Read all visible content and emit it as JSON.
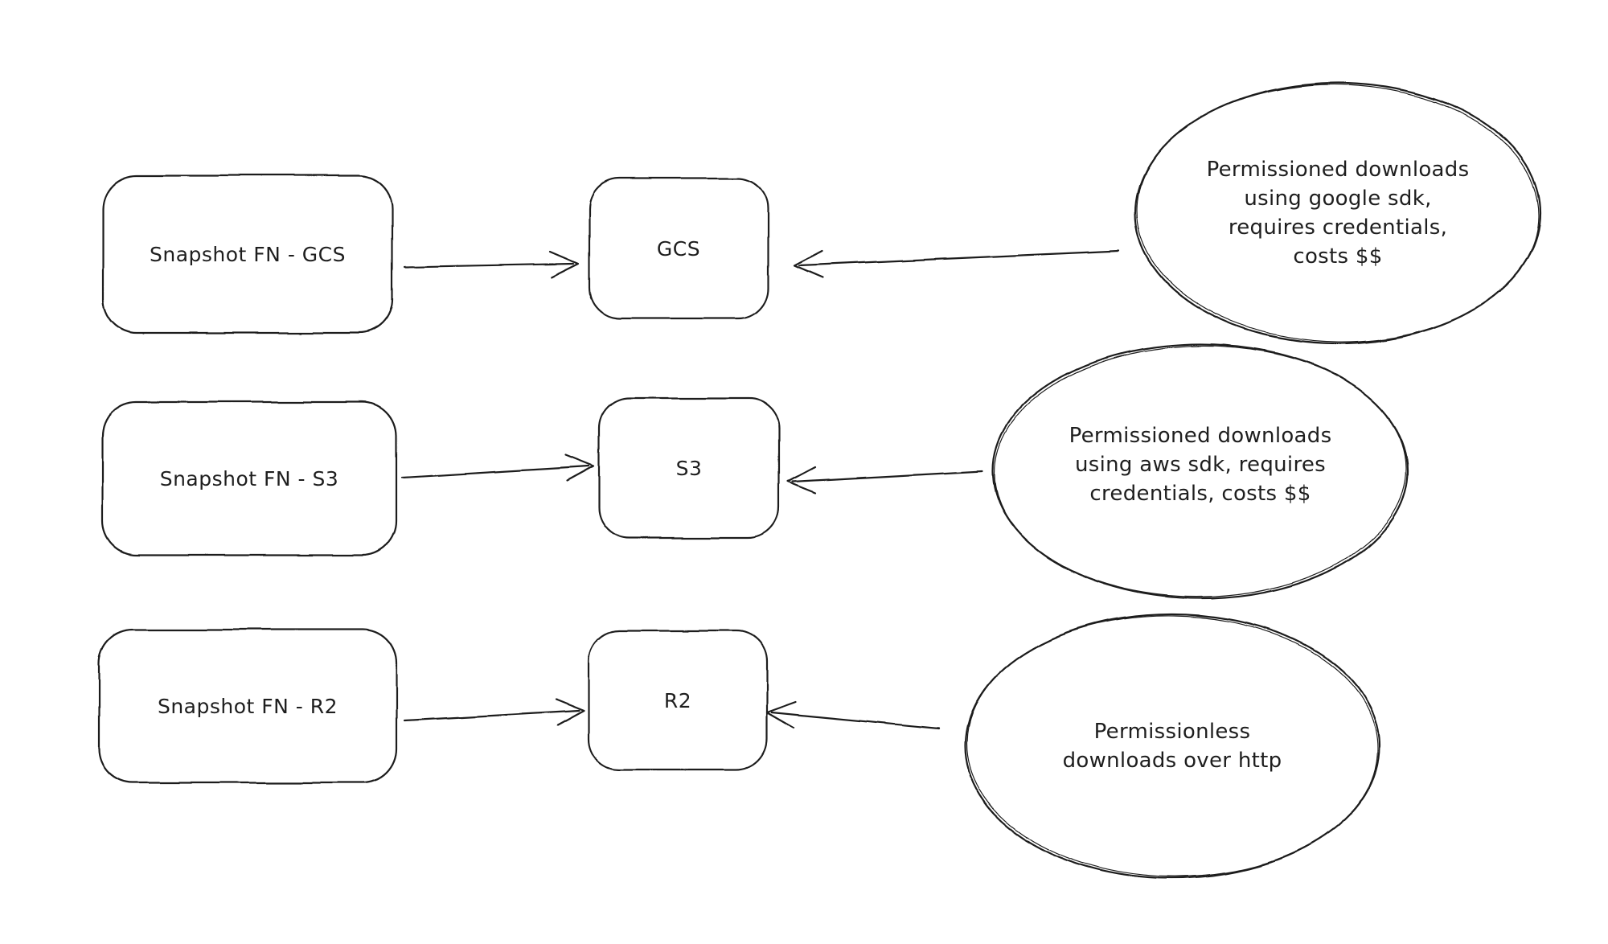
{
  "diagram": {
    "type": "flow-sketch",
    "colors": {
      "background": "#ffffff",
      "stroke": "#1e1e1e",
      "text": "#1e1e1e"
    },
    "rows": [
      {
        "id": "gcs",
        "source_label": "Snapshot FN - GCS",
        "target_label": "GCS",
        "note_text": "Permissioned downloads\nusing google sdk,\nrequires credentials,\ncosts $$",
        "connections": [
          {
            "from": "Snapshot FN - GCS",
            "to": "GCS"
          },
          {
            "from": "note",
            "to": "GCS"
          }
        ]
      },
      {
        "id": "s3",
        "source_label": "Snapshot FN - S3",
        "target_label": "S3",
        "note_text": "Permissioned downloads\nusing aws sdk, requires\ncredentials, costs $$",
        "connections": [
          {
            "from": "Snapshot FN - S3",
            "to": "S3"
          },
          {
            "from": "note",
            "to": "S3"
          }
        ]
      },
      {
        "id": "r2",
        "source_label": "Snapshot FN - R2",
        "target_label": "R2",
        "note_text": "Permissionless\ndownloads over http",
        "connections": [
          {
            "from": "Snapshot FN - R2",
            "to": "R2"
          },
          {
            "from": "note",
            "to": "R2"
          }
        ]
      }
    ]
  }
}
